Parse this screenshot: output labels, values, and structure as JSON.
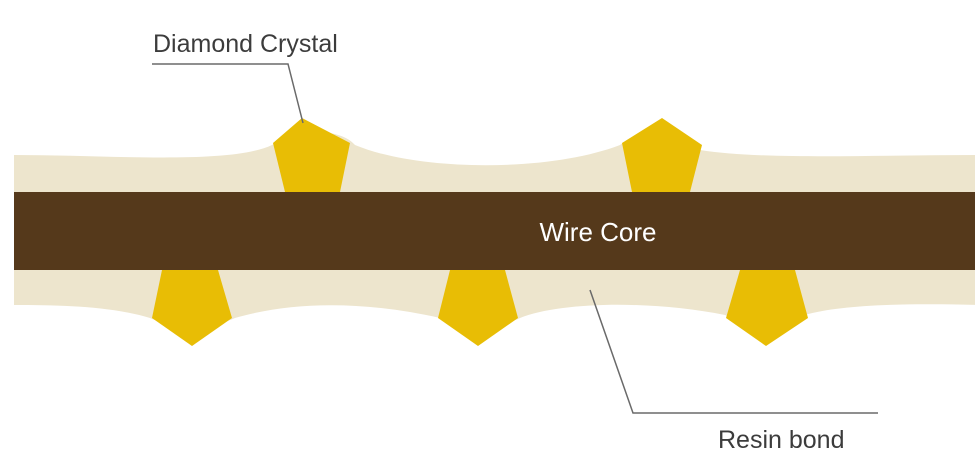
{
  "diagram": {
    "labels": {
      "diamond_crystal": "Diamond Crystal",
      "wire_core": "Wire Core",
      "resin_bond": "Resin bond"
    },
    "colors": {
      "background": "#ffffff",
      "resin_bond": "#ede5cd",
      "wire_core": "#55391b",
      "diamond": "#e8bd05",
      "leader_line": "#6a6a6a",
      "label_text": "#3c3c3c",
      "core_text": "#ffffff"
    }
  }
}
